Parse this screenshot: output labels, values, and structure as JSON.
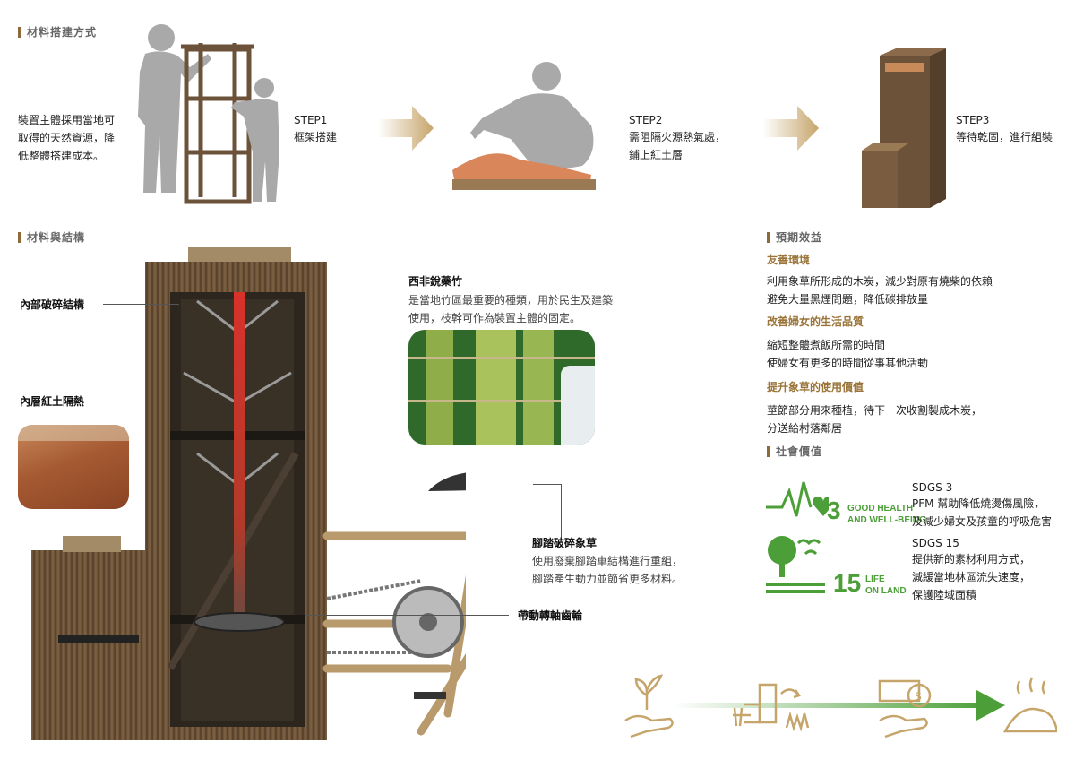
{
  "build": {
    "title": "材料搭建方式",
    "intro": "裝置主體採用當地可\n取得的天然資源，降\n低整體搭建成本。",
    "steps": [
      {
        "label": "STEP1",
        "desc": "框架搭建"
      },
      {
        "label": "STEP2",
        "desc": "需阻隔火源熱氣處，\n鋪上紅土層"
      },
      {
        "label": "STEP3",
        "desc": "等待乾固，進行組裝"
      }
    ]
  },
  "structure": {
    "title": "材料與結構",
    "callouts": {
      "inner_crush": "內部破碎結構",
      "inner_clay": "內層紅土隔熱",
      "bamboo_title": "西非銳藥竹",
      "bamboo_desc": "是當地竹區最重要的種類，用於民生及建築\n使用，枝幹可作為裝置主體的固定。",
      "pedal_title": "腳踏破碎象草",
      "pedal_desc": "使用廢棄腳踏車結構進行重組，\n腳踏產生動力並節省更多材料。",
      "gear": "帶動轉軸齒輪"
    }
  },
  "benefits": {
    "title": "預期效益",
    "items": [
      {
        "heading": "友善環境",
        "text": "利用象草所形成的木炭，減少對原有燒柴的依賴\n避免大量黑煙問題，降低碳排放量"
      },
      {
        "heading": "改善婦女的生活品質",
        "text": "縮短整體煮飯所需的時間\n使婦女有更多的時間從事其他活動"
      },
      {
        "heading": "提升象草的使用價值",
        "text": "莖節部分用來種植，待下一次收割製成木炭，\n分送給村落鄰居"
      }
    ]
  },
  "social": {
    "title": "社會價值",
    "sdg3": {
      "num": "3",
      "name1": "GOOD HEALTH",
      "name2": "AND WELL-BEING",
      "title": "SDGS 3",
      "text": "PFM 幫助降低燒燙傷風險，\n及減少婦女及孩童的呼吸危害"
    },
    "sdg15": {
      "num": "15",
      "name1": "LIFE",
      "name2": "ON LAND",
      "title": "SDGS 15",
      "text": "提供新的素材利用方式，\n減緩當地林區流失速度，\n保護陸域面積"
    }
  },
  "colors": {
    "accent": "#8c6a3a",
    "gold": "#c6a56b",
    "sdg": "#4c9f38",
    "wood": "#6b5238"
  }
}
